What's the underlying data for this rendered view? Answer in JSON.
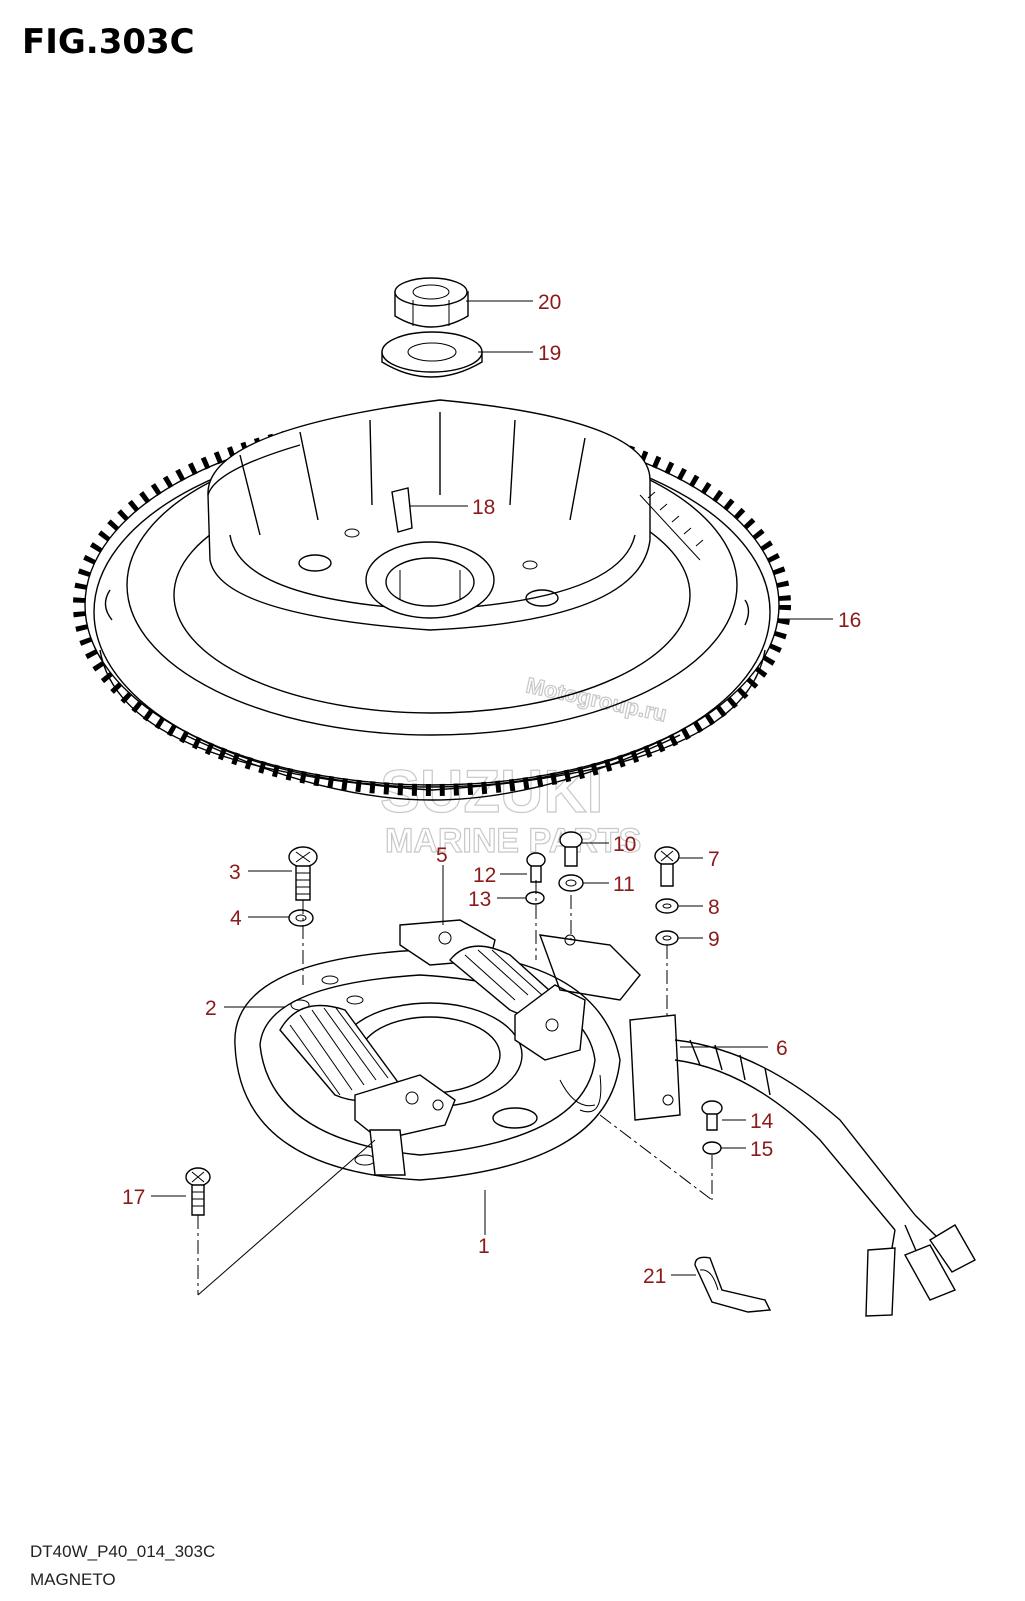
{
  "figure": {
    "title": "FIG.303C",
    "code": "DT40W_P40_014_303C",
    "name": "MAGNETO"
  },
  "watermarks": {
    "brand": "SUZUKI",
    "subtitle": "MARINE PARTS",
    "site": "Motogroup.ru"
  },
  "accent_color": "#8b1a1a",
  "callouts": [
    "20",
    "19",
    "18",
    "16",
    "3",
    "4",
    "2",
    "5",
    "12",
    "13",
    "10",
    "11",
    "7",
    "8",
    "9",
    "6",
    "14",
    "15",
    "17",
    "1",
    "21"
  ]
}
